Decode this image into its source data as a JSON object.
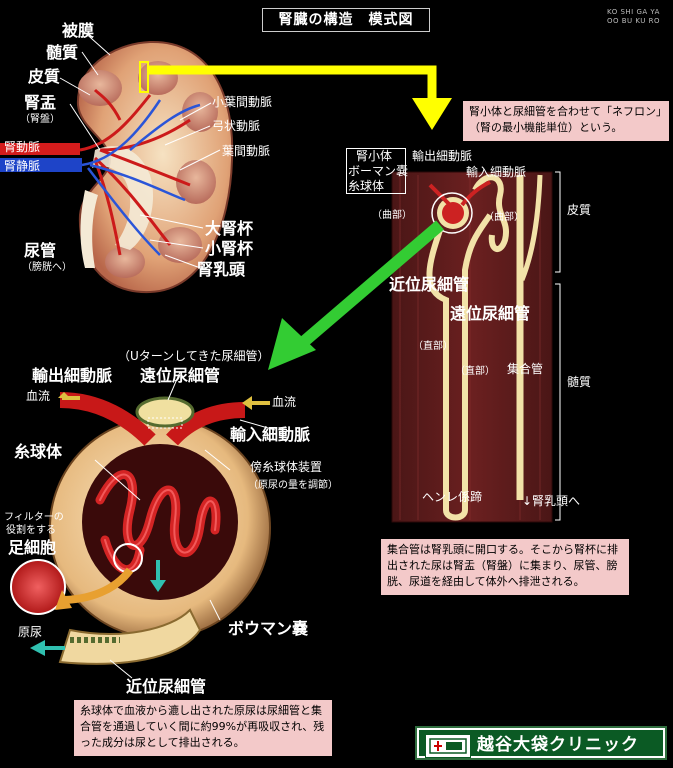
{
  "title": "腎臓の構造　模式図",
  "brand_line1": "KO SHI GA YA",
  "brand_line2": "OO BU KU RO",
  "kidney": {
    "hihaku": "被膜",
    "zuishitsu": "髄質",
    "hishitsu": "皮質",
    "jinu": "腎盂",
    "jinu_sub": "（腎盤）",
    "jin_domyaku": "腎動脈",
    "jin_jomyaku": "腎静脈",
    "nyokan": "尿管",
    "nyokan_sub": "（膀胱へ）",
    "shoyokan": "小葉間動脈",
    "kyujo": "弓状動脈",
    "yokan": "葉間動脈",
    "daijinpai": "大腎杯",
    "shojinpai": "小腎杯",
    "jinnyuto": "腎乳頭"
  },
  "nephron_note": "腎小体と尿細管を合わせて「ネフロン」（腎の最小機能単位）という。",
  "nephron": {
    "jinshotai": "腎小体",
    "bowman": "ボーマン嚢",
    "shikyutai": "糸球体",
    "kyokubu1": "（曲部）",
    "kyokubu2": "（曲部）",
    "shushutsu": "輸出細動脈",
    "yunyu": "輸入細動脈",
    "hishitsu": "皮質",
    "zuishitsu": "髄質",
    "kin_i": "近位尿細管",
    "en_i": "遠位尿細管",
    "chokubu1": "（直部）",
    "chokubu2": "（直部）",
    "shugokan": "集合管",
    "henle": "ヘンレ係蹄",
    "to_jinnyuto": "↓腎乳頭へ"
  },
  "shugo_note": "集合管は腎乳頭に開口する。そこから腎杯に排出された尿は腎盂（腎盤）に集まり、尿管、膀胱、尿道を経由して体外へ排泄される。",
  "glomerulus": {
    "uturn": "（Uターンしてきた尿細管）",
    "en_i": "遠位尿細管",
    "shushutsu": "輸出細動脈",
    "ketsuryu_left": "血流",
    "ketsuryu_right": "血流",
    "yunyu": "輸入細動脈",
    "shikyutai": "糸球体",
    "bokyu": "傍糸球体装置",
    "bokyu_sub": "（原尿の量を調節）",
    "filter": "フィルターの",
    "filter2": "役割をする",
    "sokusaibo": "足細胞",
    "gennyo": "原尿",
    "bowman": "ボウマン嚢",
    "kin_i": "近位尿細管"
  },
  "bottom_note": "糸球体で血液から漉し出された原尿は尿細管と集合管を通過していく間に約99%が再吸収され、残った成分は尿として排出される。",
  "clinic": "越谷大袋クリニック",
  "colors": {
    "arrow_yellow": "#ffff00",
    "arrow_green": "#33cc33",
    "note_bg": "#f3c9c9",
    "clinic_bg": "#0b5a24"
  }
}
